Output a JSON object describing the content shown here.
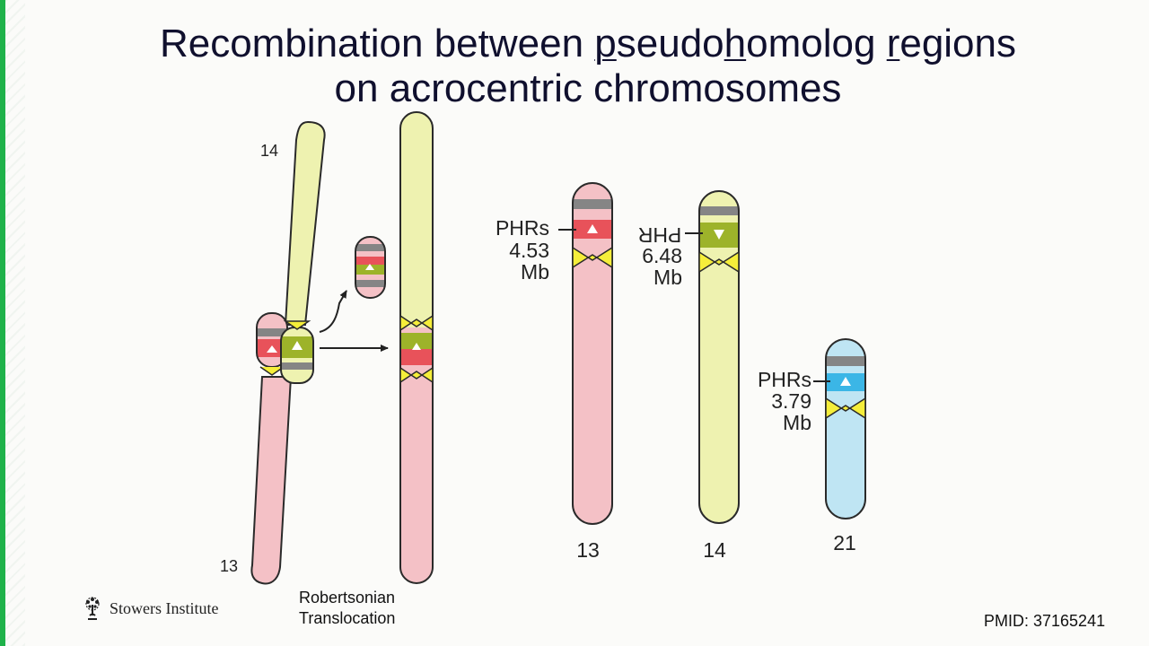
{
  "title": {
    "line1_before": "Recombination between ",
    "u1": "p",
    "mid1": "seudo",
    "u2": "h",
    "mid2": "omolog ",
    "u3": "r",
    "after": "egions",
    "line2": "on acrocentric chromosomes"
  },
  "left_panel": {
    "label_14": "14",
    "label_13": "13",
    "caption_line1": "Robertsonian",
    "caption_line2": "Translocation"
  },
  "right_panel": {
    "chr13": {
      "label": "13",
      "phr_label": "PHRs",
      "size": "4.53",
      "unit": "Mb",
      "color": "#f4c1c6"
    },
    "chr14": {
      "label": "14",
      "phr_label": "PHR",
      "size": "6.48",
      "unit": "Mb",
      "color": "#eef2b0"
    },
    "chr21": {
      "label": "21",
      "phr_label": "PHRs",
      "size": "3.79",
      "unit": "Mb",
      "color": "#bfe5f3"
    }
  },
  "colors": {
    "red_band": "#e8525a",
    "green_band": "#9db32a",
    "blue_band": "#3bb6e6",
    "centromere": "#f5ee3a",
    "gray_band": "#858585",
    "accent": "#1fb24a"
  },
  "footer": {
    "logo_text": "Stowers Institute",
    "pmid": "PMID: 37165241"
  }
}
